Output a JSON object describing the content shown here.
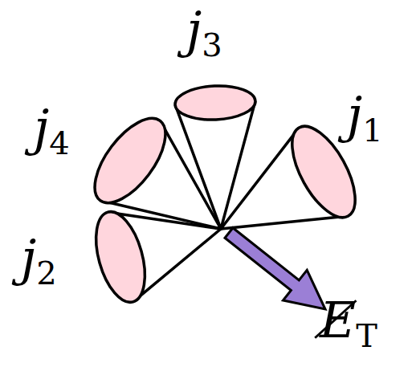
{
  "diagram": {
    "labels": [
      "j3",
      "j4",
      "j1",
      "j2",
      "E̸T"
    ]
  }
}
